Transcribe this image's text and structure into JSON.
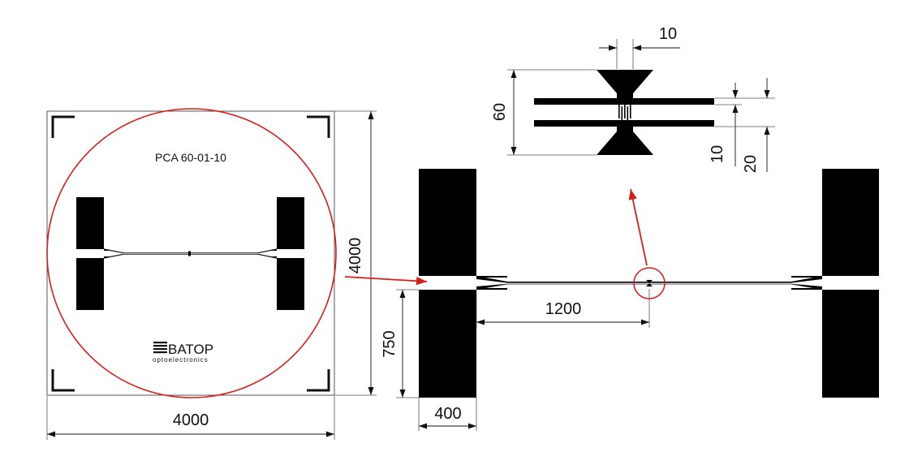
{
  "chip": {
    "label": "PCA 60-01-10",
    "logo_name": "BATOP",
    "logo_sub": "optoelectronics",
    "width_dim": "4000",
    "height_dim": "4000"
  },
  "main": {
    "gap_dim": "1200",
    "pad_height_dim": "750",
    "pad_width_dim": "400"
  },
  "detail": {
    "top_dim": "10",
    "height_dim": "60",
    "line_width_dim": "10",
    "spacing_dim": "20"
  },
  "colors": {
    "highlight": "#d91c1c",
    "metal": "#000000",
    "dimension": "#111111"
  }
}
